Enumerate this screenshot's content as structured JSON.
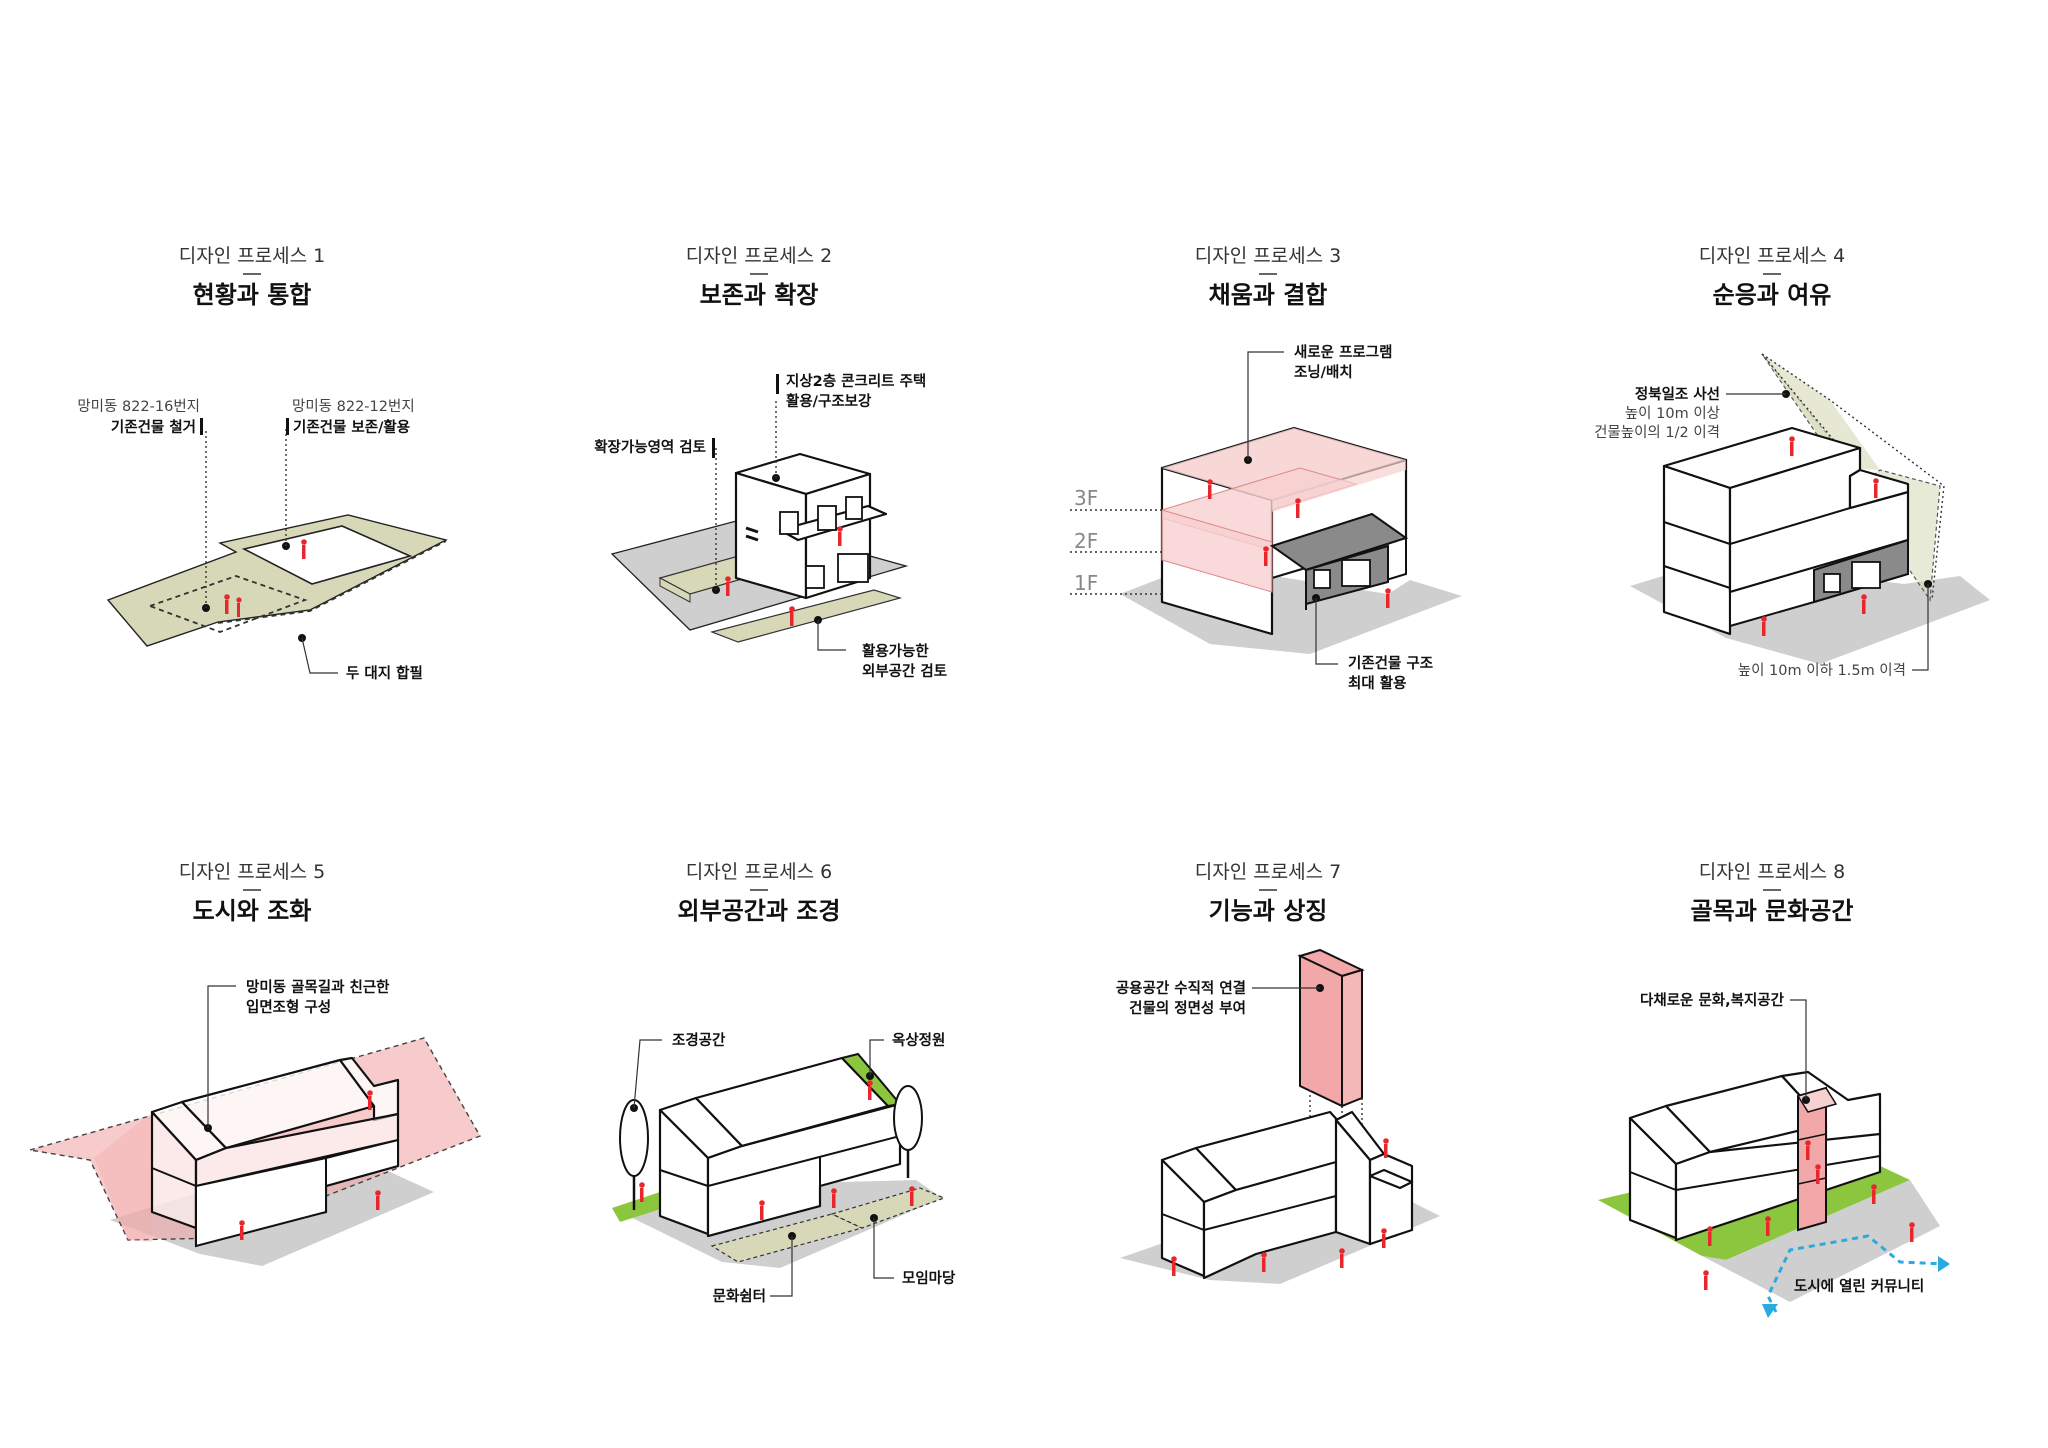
{
  "processes": [
    {
      "subtitle": "디자인 프로세스 1",
      "title": "현황과 통합",
      "labels": {
        "left_a": "망미동 822-16번지",
        "left_b": "기존건물 철거",
        "right_a": "망미동 822-12번지",
        "right_b": "기존건물 보존/활용",
        "bottom": "두 대지 합필"
      }
    },
    {
      "subtitle": "디자인 프로세스 2",
      "title": "보존과 확장",
      "labels": {
        "top_a": "지상2층 콘크리트 주택",
        "top_b": "활용/구조보강",
        "left": "확장가능영역 검토",
        "bottom_a": "활용가능한",
        "bottom_b": "외부공간 검토"
      }
    },
    {
      "subtitle": "디자인 프로세스 3",
      "title": "채움과 결합",
      "labels": {
        "top_a": "새로운 프로그램",
        "top_b": "조닝/배치",
        "f3": "3F",
        "f2": "2F",
        "f1": "1F",
        "bottom_a": "기존건물 구조",
        "bottom_b": "최대 활용"
      }
    },
    {
      "subtitle": "디자인 프로세스 4",
      "title": "순응과 여유",
      "labels": {
        "top_a": "정북일조 사선",
        "top_b": "높이 10m 이상",
        "top_c": "건물높이의 1/2 이격",
        "bottom": "높이 10m 이하 1.5m 이격"
      }
    },
    {
      "subtitle": "디자인 프로세스 5",
      "title": "도시와 조화",
      "labels": {
        "top_a": "망미동 골목길과 친근한",
        "top_b": "입면조형 구성"
      }
    },
    {
      "subtitle": "디자인 프로세스 6",
      "title": "외부공간과 조경",
      "labels": {
        "left": "조경공간",
        "right": "옥상정원",
        "bottom_l": "문화쉼터",
        "bottom_r": "모임마당"
      }
    },
    {
      "subtitle": "디자인 프로세스 7",
      "title": "기능과 상징",
      "labels": {
        "top_a": "공용공간 수직적 연결",
        "top_b": "건물의 정면성 부여"
      }
    },
    {
      "subtitle": "디자인 프로세스 8",
      "title": "골목과 문화공간",
      "labels": {
        "top": "다채로운 문화,복지공간",
        "bottom": "도시에 열린 커뮤니티"
      }
    }
  ],
  "colors": {
    "accent_red": "#e8262b",
    "pink": "#f2a8a8",
    "pink_light": "#f7d0d0",
    "green": "#8cc63f",
    "khaki": "#d6d8b8",
    "gray_ground": "#cfcfcf",
    "dark_gray": "#8a8a8a",
    "cyan": "#29abe2"
  }
}
